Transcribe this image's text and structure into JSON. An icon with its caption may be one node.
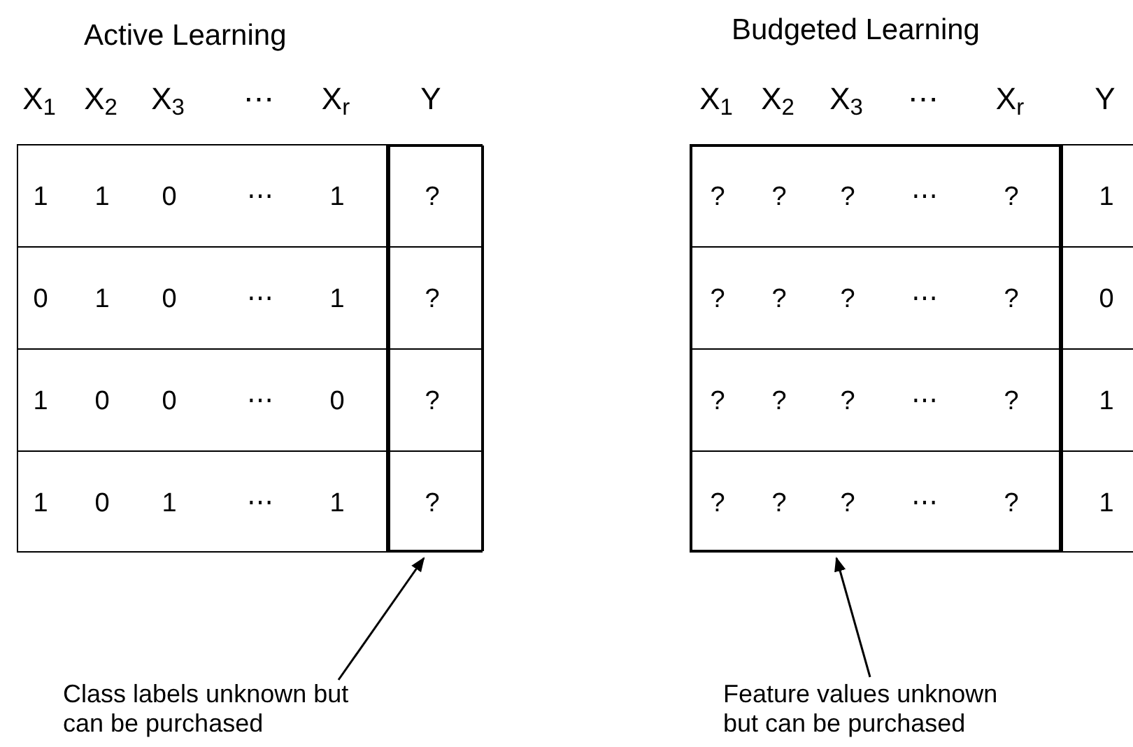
{
  "diagram": {
    "nodes": [
      {
        "text": [
          "Active Learning"
        ]
      },
      {
        "text": [],
        "shape": "box",
        "in": 0
      },
      {
        "text": [
          "Class labels unknown but can be purchased"
        ]
      },
      {
        "text": [
          "Budgeted Learning"
        ]
      },
      {
        "text": [],
        "shape": "box",
        "in": 3
      },
      {
        "text": [
          "Feature values unknown but can be purchased"
        ]
      }
    ],
    "edges": [
      {
        "from": 2,
        "to": 1,
        "arrow": "to"
      },
      {
        "from": 5,
        "to": 4,
        "arrow": "to"
      }
    ],
    "labels": [
      "X$_{1}$",
      "X$_{2}$",
      "X$_{3}$",
      "⋯",
      "X$_{r}$",
      "Y",
      "1",
      "1",
      "0",
      "⋯",
      "1",
      "?",
      "0",
      "1",
      "0",
      "⋯",
      "1",
      "?",
      "1",
      "0",
      "0",
      "⋯",
      "0",
      "?",
      "1",
      "0",
      "1",
      "⋯",
      "1",
      "?",
      "X$_{1}$",
      "X$_{2}$",
      "X$_{3}$",
      "⋯",
      "X$_{r}$",
      "Y",
      "?",
      "?",
      "?",
      "⋯",
      "?",
      "1",
      "?",
      "?",
      "?",
      "⋯",
      "?",
      "0",
      "?",
      "?",
      "?",
      "⋯",
      "?",
      "1",
      "?",
      "?",
      "?",
      "⋯",
      "?",
      "1"
    ]
  }
}
